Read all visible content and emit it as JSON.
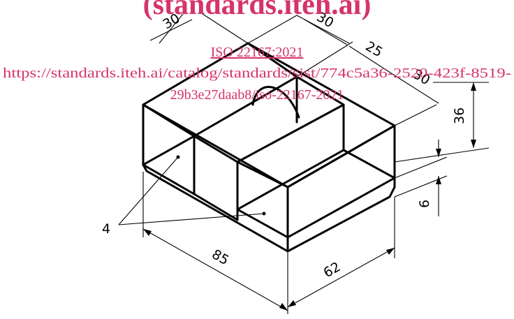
{
  "watermark": {
    "title": "(standards.iteh.ai)",
    "standard": "ISO 22167:2021",
    "url_line1": "https://standards.iteh.ai/catalog/standards/sist/774c5a36-2520-423f-8519-",
    "url_line2": "29b3e27daab8/iso-22167-2021",
    "color": "#d6336c"
  },
  "dimensions": {
    "top_left_width": "30",
    "top_right_width": "30",
    "depth_section": "25",
    "depth_right": "30",
    "height": "36",
    "base_height": "6",
    "length": "85",
    "width": "62"
  },
  "callout": {
    "label": "4"
  }
}
